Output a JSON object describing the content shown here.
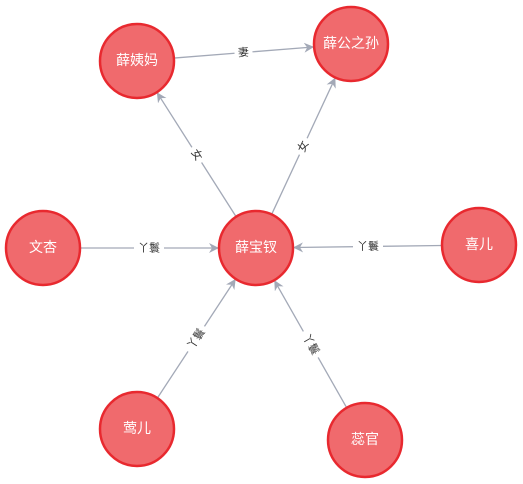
{
  "nodes": [
    {
      "id": "xue-yi-ma",
      "label": "薛姨妈"
    },
    {
      "id": "xue-gong-zhi-sun",
      "label": "薛公之孙"
    },
    {
      "id": "wen-xing",
      "label": "文杏"
    },
    {
      "id": "xue-bao-chai",
      "label": "薛宝钗"
    },
    {
      "id": "xi-er",
      "label": "喜儿"
    },
    {
      "id": "ying-er",
      "label": "莺儿"
    },
    {
      "id": "rui-guan",
      "label": "蕊官"
    }
  ],
  "edges": [
    {
      "id": "e-mother",
      "from": "xue-bao-chai",
      "to": "xue-yi-ma",
      "label": "女"
    },
    {
      "id": "e-grandfather",
      "from": "xue-bao-chai",
      "to": "xue-gong-zhi-sun",
      "label": "女"
    },
    {
      "id": "e-wife",
      "from": "xue-yi-ma",
      "to": "xue-gong-zhi-sun",
      "label": "妻"
    },
    {
      "id": "e-wenxing",
      "from": "wen-xing",
      "to": "xue-bao-chai",
      "label": "丫鬟"
    },
    {
      "id": "e-xier",
      "from": "xi-er",
      "to": "xue-bao-chai",
      "label": "丫鬟"
    },
    {
      "id": "e-yinger",
      "from": "ying-er",
      "to": "xue-bao-chai",
      "label": "丫鬟"
    },
    {
      "id": "e-ruiguan",
      "from": "rui-guan",
      "to": "xue-bao-chai",
      "label": "丫鬟"
    }
  ],
  "colors": {
    "node_fill": "#f06a6d",
    "node_stroke": "#e8292f",
    "edge": "#a3a9b7",
    "node_text": "#ffffff",
    "edge_text": "#333333"
  }
}
